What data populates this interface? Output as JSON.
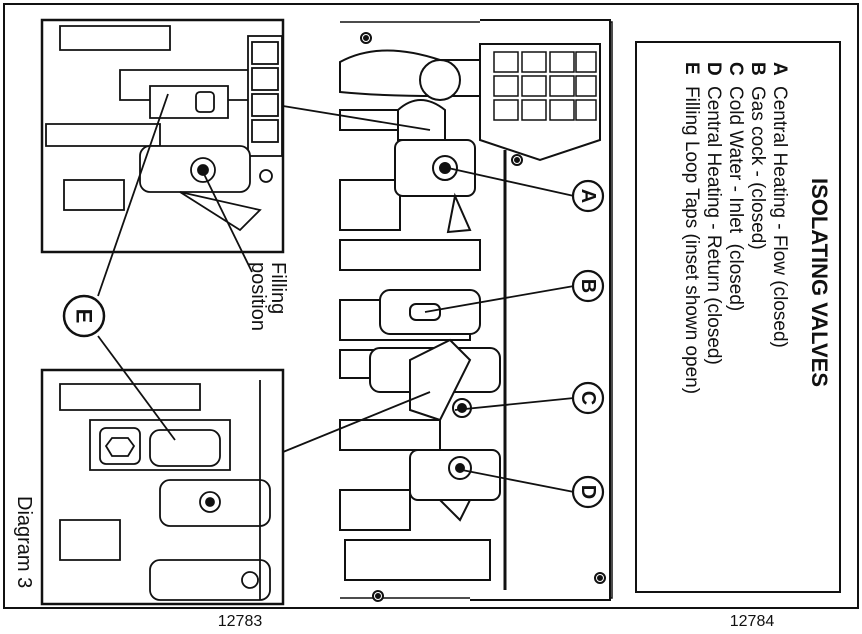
{
  "legend": {
    "title": "ISOLATING VALVES",
    "items": [
      {
        "key": "A",
        "text": "Central Heating - Flow (closed)"
      },
      {
        "key": "B",
        "text": "Gas cock - (closed)"
      },
      {
        "key": "C",
        "text": "Cold Water - Inlet  (closed)"
      },
      {
        "key": "D",
        "text": "Central Heating - Return (closed)"
      },
      {
        "key": "E",
        "text": "Filling Loop Taps (inset shown open)"
      }
    ]
  },
  "callouts": {
    "a": "A",
    "b": "B",
    "c": "C",
    "d": "D",
    "e": "E"
  },
  "filling_label": {
    "line1": "Filling",
    "line2": "position"
  },
  "diagram_label": "Diagram 3",
  "ref_left": "12783",
  "ref_right": "12784"
}
